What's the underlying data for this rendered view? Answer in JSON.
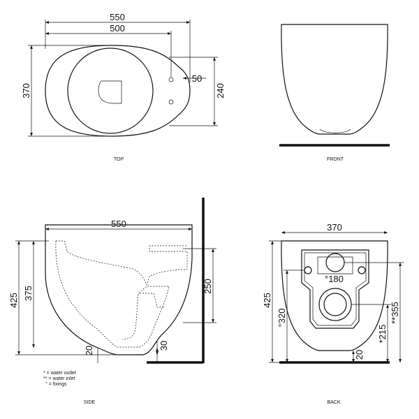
{
  "views": {
    "top": {
      "label": "TOP",
      "dims": {
        "overall_length": "550",
        "bowl_length": "500",
        "width": "370",
        "hole_offset": "50",
        "hole_spacing": "240"
      }
    },
    "front": {
      "label": "FRONT"
    },
    "side": {
      "label": "SIDE",
      "dims": {
        "length": "550",
        "total_height": "425",
        "bowl_height": "375",
        "inlet_height": "250",
        "outlet_left": "20",
        "outlet_right": "30"
      },
      "legend": [
        "* = water outlet",
        "** = water inlet",
        "° = fixings"
      ]
    },
    "back": {
      "label": "BACK",
      "dims": {
        "width": "370",
        "total_height": "425",
        "fixings_height": "°320",
        "inlet_diameter": "°180",
        "inlet_height": "**355",
        "outlet_height": "*215",
        "base_offset": "20"
      }
    }
  }
}
